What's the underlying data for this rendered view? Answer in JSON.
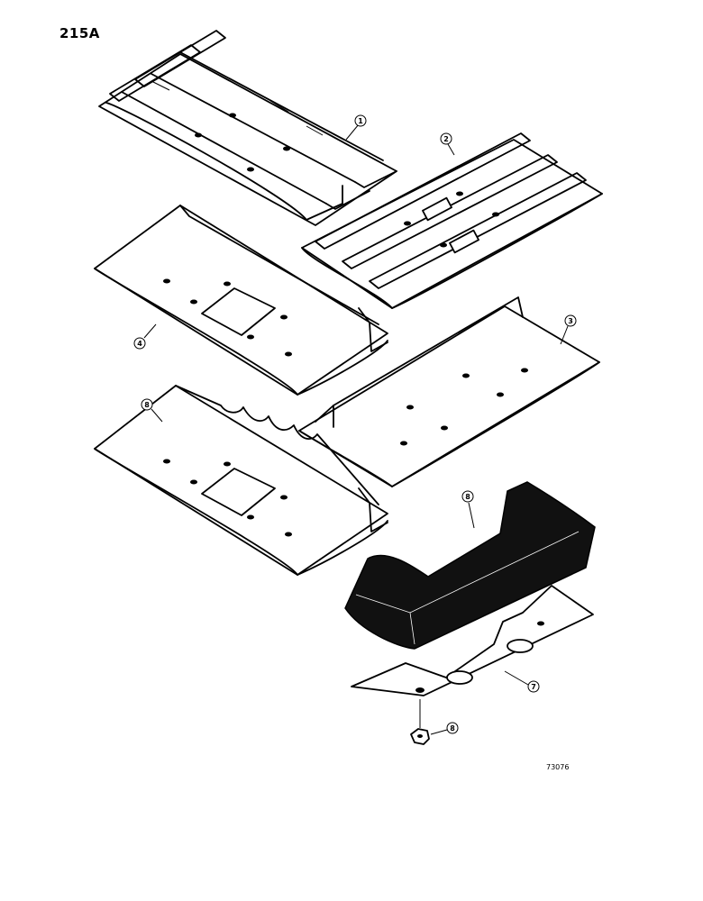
{
  "page": {
    "number": "215A",
    "figure_code": "73076"
  },
  "callouts": [
    {
      "id": "callout-1",
      "label": "1"
    },
    {
      "id": "callout-2",
      "label": "2"
    },
    {
      "id": "callout-3",
      "label": "3"
    },
    {
      "id": "callout-4",
      "label": "4"
    },
    {
      "id": "callout-5",
      "label": "8"
    },
    {
      "id": "callout-6",
      "label": "8"
    },
    {
      "id": "callout-7",
      "label": "7"
    },
    {
      "id": "callout-8",
      "label": "8"
    }
  ]
}
